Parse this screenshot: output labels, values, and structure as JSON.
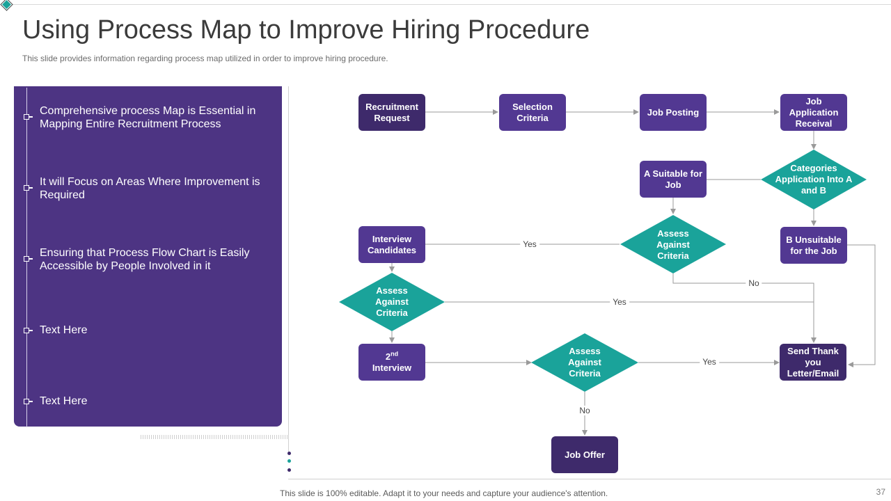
{
  "title": "Using Process Map to Improve Hiring Procedure",
  "subtitle": "This slide provides information regarding process map utilized in order to improve hiring procedure.",
  "bullets": [
    "Comprehensive process Map is Essential in Mapping Entire Recruitment  Process",
    "It will Focus on Areas Where Improvement  is Required",
    "Ensuring that Process Flow Chart is Easily Accessible by People Involved  in it",
    "Text Here",
    "Text Here"
  ],
  "nodes": {
    "recruitment_request": "Recruitment Request",
    "selection_criteria": "Selection Criteria",
    "job_posting": "Job Posting",
    "job_application_receival": "Job Application Receival",
    "categories_application": "Categories Application Into A and B",
    "suitable_for_job": "A Suitable for Job",
    "b_unsuitable": "B Unsuitable for the Job",
    "assess_criteria_1": "Assess Against Criteria",
    "interview_candidates": "Interview Candidates",
    "assess_criteria_2": "Assess Against Criteria",
    "second_interview_num": "2",
    "second_interview_sup": "nd",
    "second_interview_label": "Interview",
    "assess_criteria_3": "Assess Against Criteria",
    "send_thank_you": "Send Thank you Letter/Email",
    "job_offer": "Job Offer"
  },
  "edge_labels": {
    "yes_1": "Yes",
    "no_1": "No",
    "yes_2": "Yes",
    "yes_3": "Yes",
    "no_2": "No"
  },
  "footer": "This slide is 100% editable. Adapt it to your needs and capture your audience's attention.",
  "page_number": "37",
  "colors": {
    "panel": "#4d3483",
    "node_dark": "#3e2a6b",
    "node_mid": "#523892",
    "diamond": "#1aa39a",
    "connector": "#9a9a9a",
    "dot_dark": "#3e2a6b",
    "dot_teal": "#1aa39a"
  }
}
